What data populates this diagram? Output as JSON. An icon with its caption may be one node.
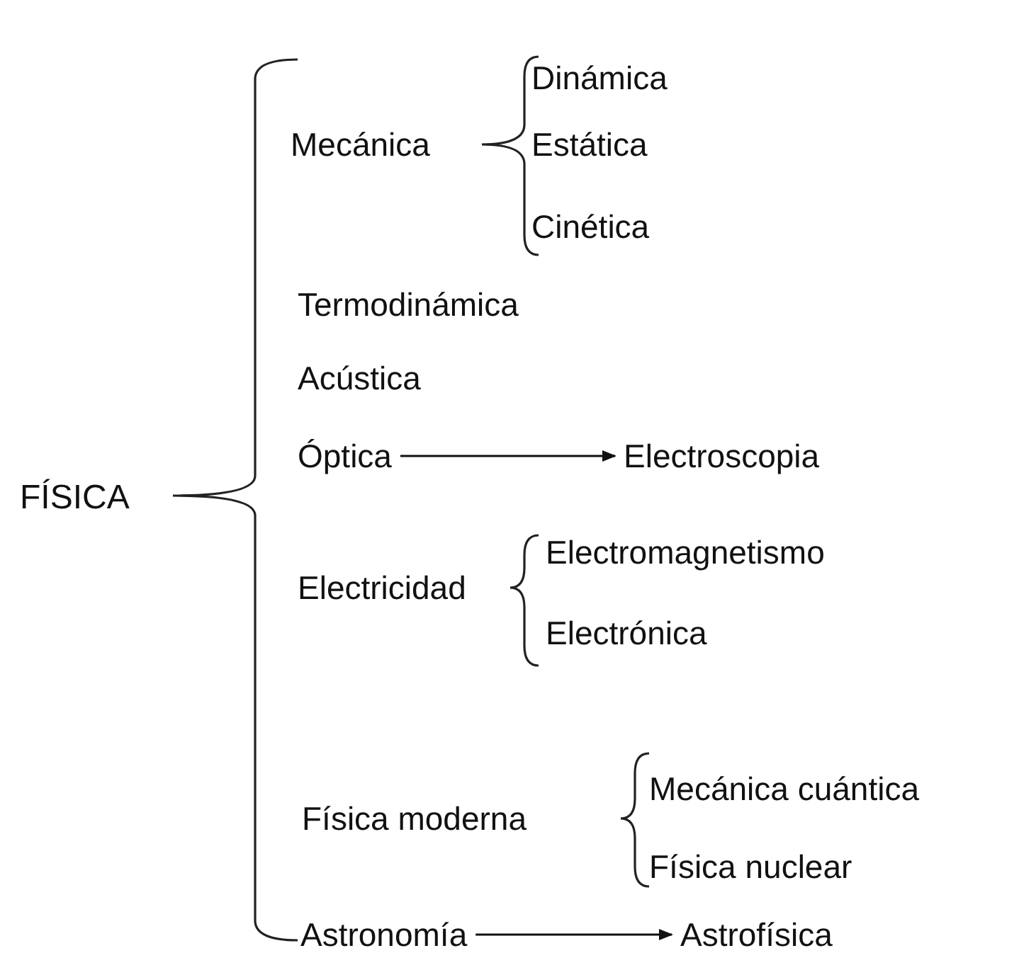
{
  "diagram": {
    "nodes": [
      {
        "text": [
          "Óptica"
        ]
      },
      {
        "text": [
          "Electroscopia"
        ]
      },
      {
        "text": [
          "Astronomía"
        ]
      },
      {
        "text": [
          "Astrofísica"
        ]
      }
    ],
    "edges": [
      {
        "from": 0,
        "to": 1,
        "arrow": "to"
      },
      {
        "from": 2,
        "to": 3,
        "arrow": "to"
      }
    ],
    "labels": [
      "FÍSICA",
      "Mecánica",
      "Dinámica",
      "Estática",
      "Cinética",
      "Termodinámica",
      "Acústica",
      "Electricidad",
      "Electromagnetismo",
      "Electrónica",
      "Física moderna",
      "Mecánica cuántica",
      "Física nuclear"
    ]
  }
}
